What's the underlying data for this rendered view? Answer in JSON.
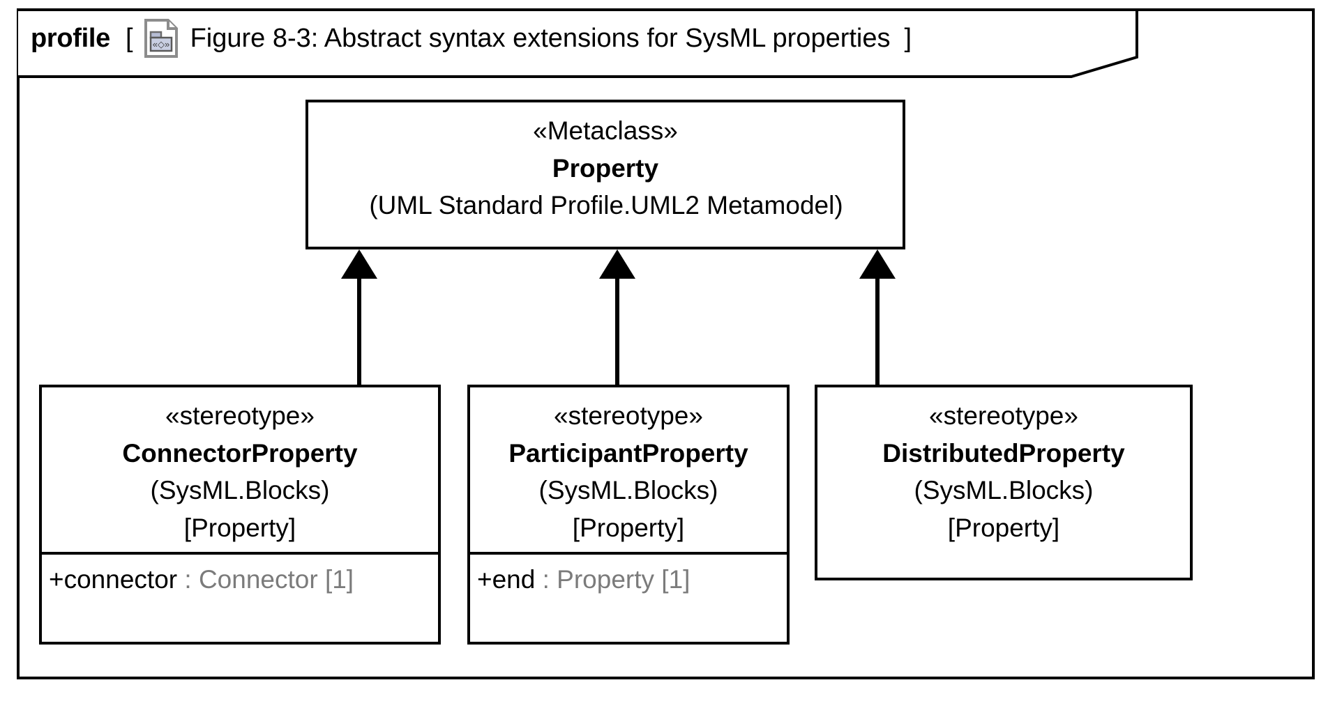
{
  "frame": {
    "keyword": "profile",
    "bracket_open": "[",
    "bracket_close": "]",
    "title": "Figure 8-3: Abstract syntax extensions for SysML properties",
    "icon": "profile-diagram-icon"
  },
  "diagram": {
    "type": "uml-profile-diagram",
    "metaclass": {
      "stereotype_label": "«Metaclass»",
      "name": "Property",
      "package": "(UML Standard Profile.UML2 Metamodel)"
    },
    "stereotypes": [
      {
        "stereotype_label": "«stereotype»",
        "name": "ConnectorProperty",
        "package": "(SysML.Blocks)",
        "base": "[Property]",
        "attributes": [
          {
            "visibility_and_name": "+connector",
            "type_and_multiplicity": " : Connector [1]"
          }
        ]
      },
      {
        "stereotype_label": "«stereotype»",
        "name": "ParticipantProperty",
        "package": "(SysML.Blocks)",
        "base": "[Property]",
        "attributes": [
          {
            "visibility_and_name": "+end",
            "type_and_multiplicity": " : Property [1]"
          }
        ]
      },
      {
        "stereotype_label": "«stereotype»",
        "name": "DistributedProperty",
        "package": "(SysML.Blocks)",
        "base": "[Property]",
        "attributes": []
      }
    ],
    "relationships": [
      {
        "kind": "generalization",
        "from": "ConnectorProperty",
        "to": "Property"
      },
      {
        "kind": "generalization",
        "from": "ParticipantProperty",
        "to": "Property"
      },
      {
        "kind": "generalization",
        "from": "DistributedProperty",
        "to": "Property"
      }
    ]
  },
  "colors": {
    "line": "#000000",
    "background": "#ffffff",
    "attribute_type": "#7b7b7b",
    "icon_gray": "#8c8c8c",
    "icon_fill": "#b6bdd4"
  }
}
